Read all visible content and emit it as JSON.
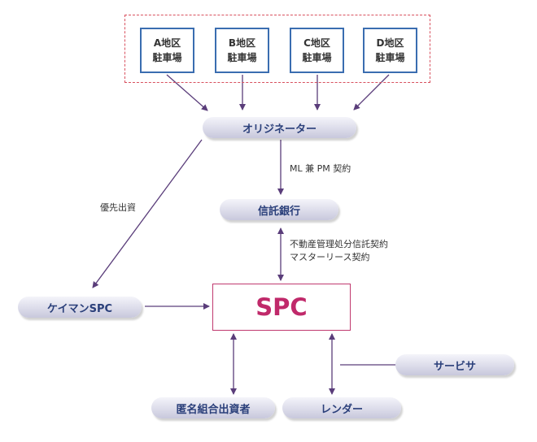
{
  "lots": [
    {
      "line1": "A地区",
      "line2": "駐車場"
    },
    {
      "line1": "B地区",
      "line2": "駐車場"
    },
    {
      "line1": "C地区",
      "line2": "駐車場"
    },
    {
      "line1": "D地区",
      "line2": "駐車場"
    }
  ],
  "nodes": {
    "originator": "オリジネーター",
    "trust_bank": "信託銀行",
    "cayman_spc": "ケイマンSPC",
    "spc": "SPC",
    "servicer": "サービサ",
    "tk_investor": "匿名組合出資者",
    "lender": "レンダー"
  },
  "edge_labels": {
    "ml_pm": "ML 兼 PM 契約",
    "preferred_investment": "優先出資",
    "trust_contract_line1": "不動産管理処分信託契約",
    "trust_contract_line2": "マスターリース契約"
  },
  "colors": {
    "arrow": "#5a3d7a",
    "dashed_frame": "#d8505e",
    "lot_border": "#3a6db0",
    "spc_border": "#c0396f",
    "spc_text": "#c0296a",
    "node_text": "#2a3f7a"
  }
}
